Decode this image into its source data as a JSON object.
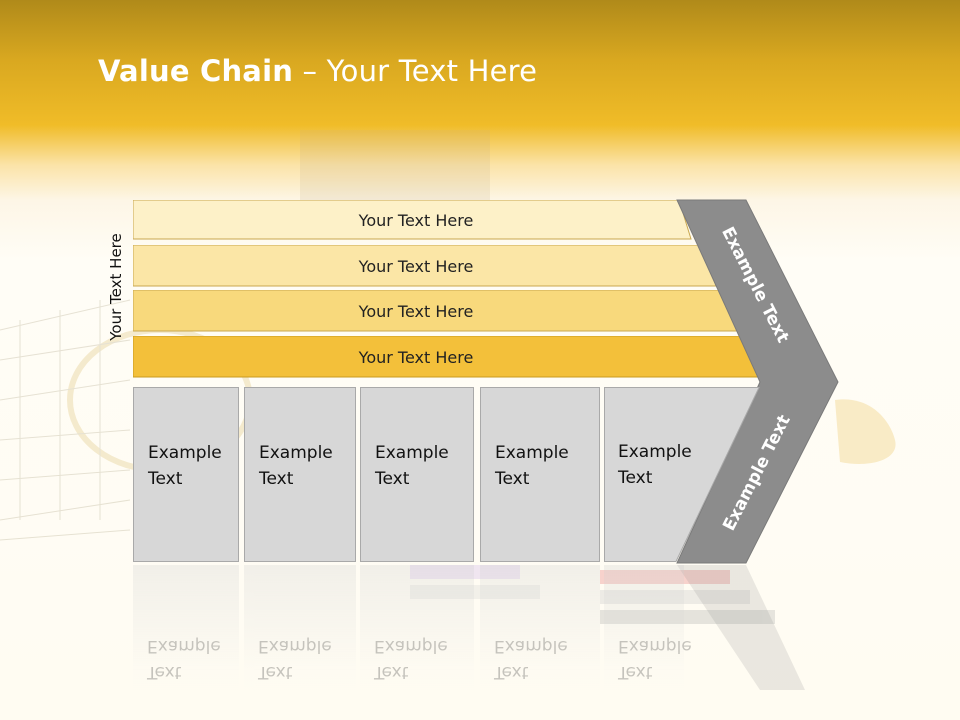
{
  "slide": {
    "title_bold": "Value Chain",
    "title_rest": " – Your Text Here",
    "side_label": "Your Text Here",
    "bars": [
      {
        "label": "Your Text Here",
        "color": "#fdf1c8"
      },
      {
        "label": "Your Text Here",
        "color": "#fbe6a6"
      },
      {
        "label": "Your Text Here",
        "color": "#f8d97c"
      },
      {
        "label": "Your Text Here",
        "color": "#f3c03a"
      }
    ],
    "boxes": [
      {
        "line1": "Example",
        "line2": "Text"
      },
      {
        "line1": "Example",
        "line2": "Text"
      },
      {
        "line1": "Example",
        "line2": "Text"
      },
      {
        "line1": "Example",
        "line2": "Text"
      },
      {
        "line1": "Example",
        "line2": "Text"
      }
    ],
    "chevron_top_label": "Example Text",
    "chevron_bottom_label": "Example Text",
    "colors": {
      "accent": "#f0bc28",
      "chevron": "#8c8c8c",
      "box": "#d7d7d7"
    }
  }
}
